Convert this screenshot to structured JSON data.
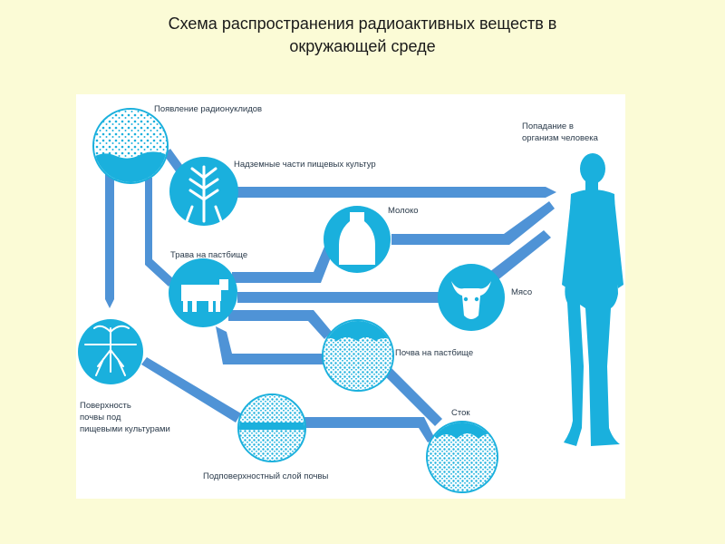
{
  "title": {
    "line1": "Схема распространения радиоактивных веществ в",
    "line2": "окружающей среде"
  },
  "nodes": {
    "radionuclides": "Появление радионуклидов",
    "crops": "Надземные части пищевых культур",
    "milk": "Молоко",
    "pasture_grass": "Трава на пастбище",
    "meat": "Мясо",
    "pasture_soil": "Почва на пастбище",
    "human_line1": "Попадание в",
    "human_line2": "организм человека",
    "soil_surface_line1": "Поверхность",
    "soil_surface_line2": "почвы под",
    "soil_surface_line3": "пищевыми культурами",
    "runoff": "Сток",
    "subsurface": "Подповерхностный слой почвы"
  },
  "colors": {
    "title_background": "#fbfbd6",
    "panel": "#ffffff",
    "primary": "#1ab0dd",
    "arrow": "#4f93d6",
    "label_text": "#2a3a4a"
  },
  "icons": {
    "radionuclides": "particle-cloud-icon",
    "crops": "wheat-ears-icon",
    "milk": "milk-bottle-icon",
    "pasture_grass": "cow-icon",
    "meat": "bull-head-icon",
    "pasture_soil": "soil-grass-icon",
    "soil_surface": "plant-roots-icon",
    "subsurface": "soil-layer-icon",
    "runoff": "runoff-water-icon",
    "human": "human-silhouette-icon"
  }
}
